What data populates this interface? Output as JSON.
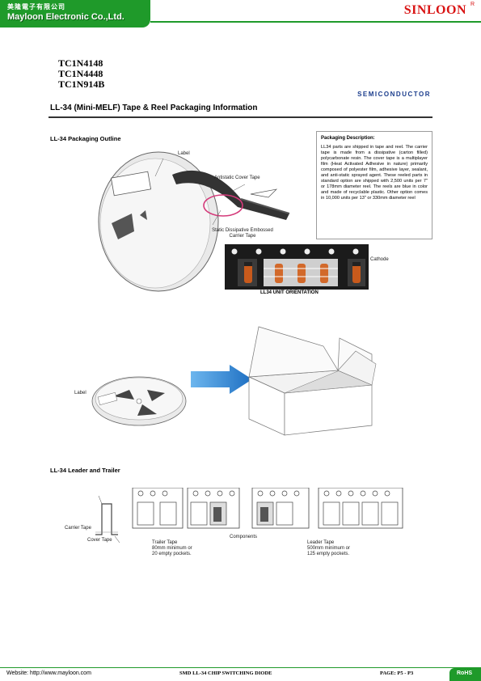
{
  "header": {
    "company_cn": "美隆電子有限公司",
    "company_en": "Mayloon Electronic Co.,Ltd.",
    "brand": "SINLOON",
    "brand_mark": "R"
  },
  "parts": [
    "TC1N4148",
    "TC1N4448",
    "TC1N914B"
  ],
  "semiconductor": "SEMICONDUCTOR",
  "section_title": "LL-34 (Mini-MELF) Tape & Reel Packaging Information",
  "outline": {
    "title": "LL-34 Packaging Outline",
    "label": "Label",
    "antistatic": "Antistatic Cover Tape",
    "static_line1": "Static Dissipative Embossed",
    "static_line2": "Carrier Tape",
    "cathode": "Cathode",
    "orientation": "LL34 UNIT ORIENTATION",
    "label2": "Label"
  },
  "description": {
    "title": "Packaging Description:",
    "text": "LL34 parts are shipped in tape and reel. The carrier tape is made from a dissipative (carton filled) polycarbonate resin. The cover tape is a multiplayer film (Heat Activated Adhesive in nature) primarily composed of polyester film, adhesive layer, sealant, and anti-static sprayed agent. These reeled parts in standard option are shipped with 2,500 units per 7\" or 178mm diameter reel. The reels are blue in color and made of recyclable plastic. Other option comes in 10,000 units per 13\" or 330mm diameter reel"
  },
  "leader": {
    "title": "LL-34 Leader and Trailer",
    "carrier_tape": "Carrier Tape",
    "cover_tape": "Cover Tape",
    "trailer_l1": "Trailer Tape",
    "trailer_l2": "80mm minimum or",
    "trailer_l3": "20 empty pockets.",
    "components": "Components",
    "leader_l1": "Leader Tape",
    "leader_l2": "500mm minimum or",
    "leader_l3": "125 empty pockets."
  },
  "footer": {
    "website": "Website: http://www.mayloon.com",
    "doc": "SMD LL-34 CHIP SWITCHING DIODE",
    "page": "PAGE: P5 - P3",
    "rohs": "RoHS"
  },
  "colors": {
    "green": "#1f9a2a",
    "brand_red": "#d91414",
    "arrow_blue": "#1e88d8",
    "highlight_ring": "#d43a7a"
  }
}
